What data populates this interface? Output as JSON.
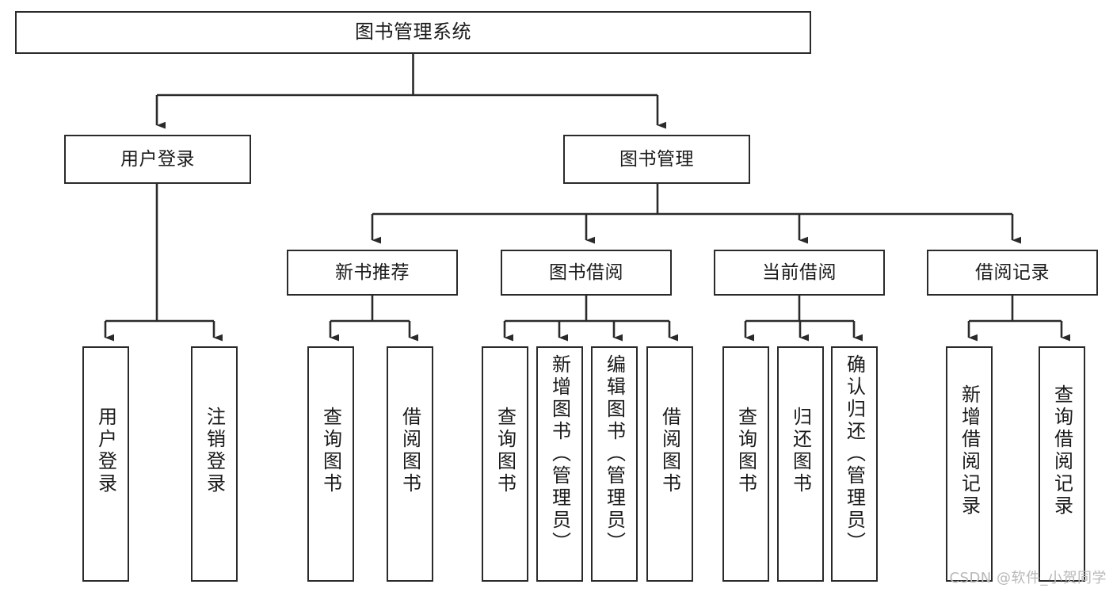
{
  "diagram": {
    "title": "图书管理系统",
    "type": "tree-hierarchy-diagram",
    "colors": {
      "box_border": "#2a2a2a",
      "box_fill": "#ffffff",
      "connector": "#2a2a2a",
      "text": "#1a1a1a",
      "watermark": "#b9b9b9"
    },
    "root": {
      "label": "图书管理系统"
    },
    "level2": [
      {
        "label": "用户登录"
      },
      {
        "label": "图书管理"
      }
    ],
    "level3": [
      {
        "label": "新书推荐"
      },
      {
        "label": "图书借阅"
      },
      {
        "label": "当前借阅"
      },
      {
        "label": "借阅记录"
      }
    ],
    "leaves": {
      "user_login": [
        {
          "label": "用户登录"
        },
        {
          "label": "注销登录"
        }
      ],
      "new_book_recommend": [
        {
          "label": "查询图书"
        },
        {
          "label": "借阅图书"
        }
      ],
      "book_borrow": [
        {
          "label": "查询图书"
        },
        {
          "label": "新增图书（管理员）"
        },
        {
          "label": "编辑图书（管理员）"
        },
        {
          "label": "借阅图书"
        }
      ],
      "current_borrow": [
        {
          "label": "查询图书"
        },
        {
          "label": "归还图书"
        },
        {
          "label": "确认归还（管理员）"
        }
      ],
      "borrow_record": [
        {
          "label": "新增借阅记录"
        },
        {
          "label": "查询借阅记录"
        }
      ]
    }
  },
  "watermark": {
    "text": "CSDN @软件_小贺同学"
  }
}
